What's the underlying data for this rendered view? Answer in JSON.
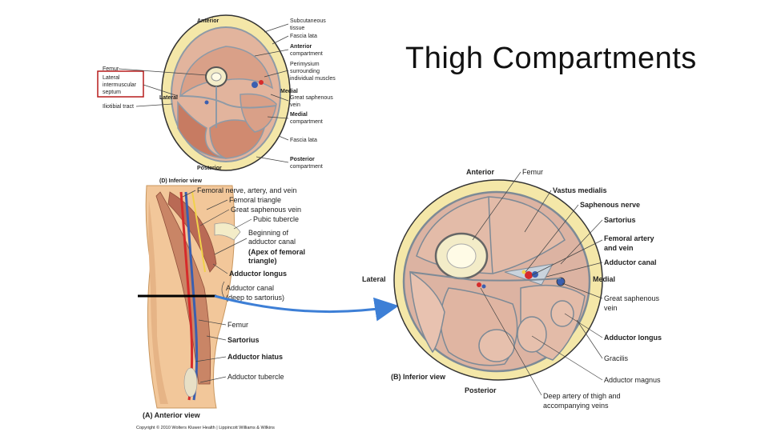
{
  "slide": {
    "title": "Thigh Compartments"
  },
  "top_figure": {
    "labels": {
      "anterior": "Anterior",
      "posterior": "Posterior",
      "lateral": "Lateral",
      "medial": "Medial",
      "subcutaneous_1": "Subcutaneous",
      "subcutaneous_2": "tissue",
      "fascia_lata_top": "Fascia lata",
      "anterior_comp_1": "Anterior",
      "anterior_comp_2": "compartment",
      "perimysium_1": "Perimysium",
      "perimysium_2": "surrounding",
      "perimysium_3": "individual muscles",
      "great_saph_1": "Great saphenous",
      "great_saph_2": "vein",
      "medial_comp_1": "Medial",
      "medial_comp_2": "compartment",
      "fascia_lata_bottom": "Fascia lata",
      "posterior_comp_1": "Posterior",
      "posterior_comp_2": "compartment",
      "femur": "Femur",
      "lateral_septum_1": "Lateral",
      "lateral_septum_2": "intermuscular",
      "lateral_septum_3": "septum",
      "iliotibial": "Iliotibial tract"
    }
  },
  "left_figure": {
    "inset_caption": "(D) Inferior view",
    "caption": "(A) Anterior view",
    "copyright": "Copyright © 2010 Wolters Kluwer Health | Lippincott Williams & Wilkins",
    "labels": {
      "femoral_nav": "Femoral nerve, artery, and vein",
      "femoral_triangle": "Femoral triangle",
      "great_saph": "Great saphenous vein",
      "pubic_tubercle": "Pubic tubercle",
      "beginning_1": "Beginning of",
      "beginning_2": "adductor canal",
      "apex_1": "(Apex of femoral",
      "apex_2": "triangle)",
      "adductor_longus": "Adductor longus",
      "adductor_canal_1": "Adductor canal",
      "adductor_canal_2": "(deep to sartorius)",
      "femur": "Femur",
      "sartorius": "Sartorius",
      "adductor_hiatus": "Adductor hiatus",
      "adductor_tubercle": "Adductor tubercle"
    }
  },
  "right_figure": {
    "caption": "(B) Inferior view",
    "labels": {
      "anterior": "Anterior",
      "femur": "Femur",
      "vastus_medialis": "Vastus medialis",
      "saphenous_nerve": "Saphenous nerve",
      "sartorius": "Sartorius",
      "femoral_av_1": "Femoral artery",
      "femoral_av_2": "and vein",
      "adductor_canal": "Adductor canal",
      "medial": "Medial",
      "lateral": "Lateral",
      "great_saph_1": "Great saphenous",
      "great_saph_2": "vein",
      "adductor_longus": "Adductor longus",
      "gracilis": "Gracilis",
      "adductor_magnus": "Adductor magnus",
      "posterior": "Posterior",
      "deep_artery_1": "Deep artery of thigh and",
      "deep_artery_2": "accompanying veins"
    }
  },
  "colors": {
    "fat": "#f4e7a8",
    "muscle": "#d9a088",
    "muscle_dark": "#c77b62",
    "fascia": "#8e9aa6",
    "bone": "#f3ecc8",
    "artery": "#d62b2b",
    "vein": "#3a5fb0",
    "arrow": "#3d7fd6",
    "highlight_box": "#b71c1c"
  }
}
